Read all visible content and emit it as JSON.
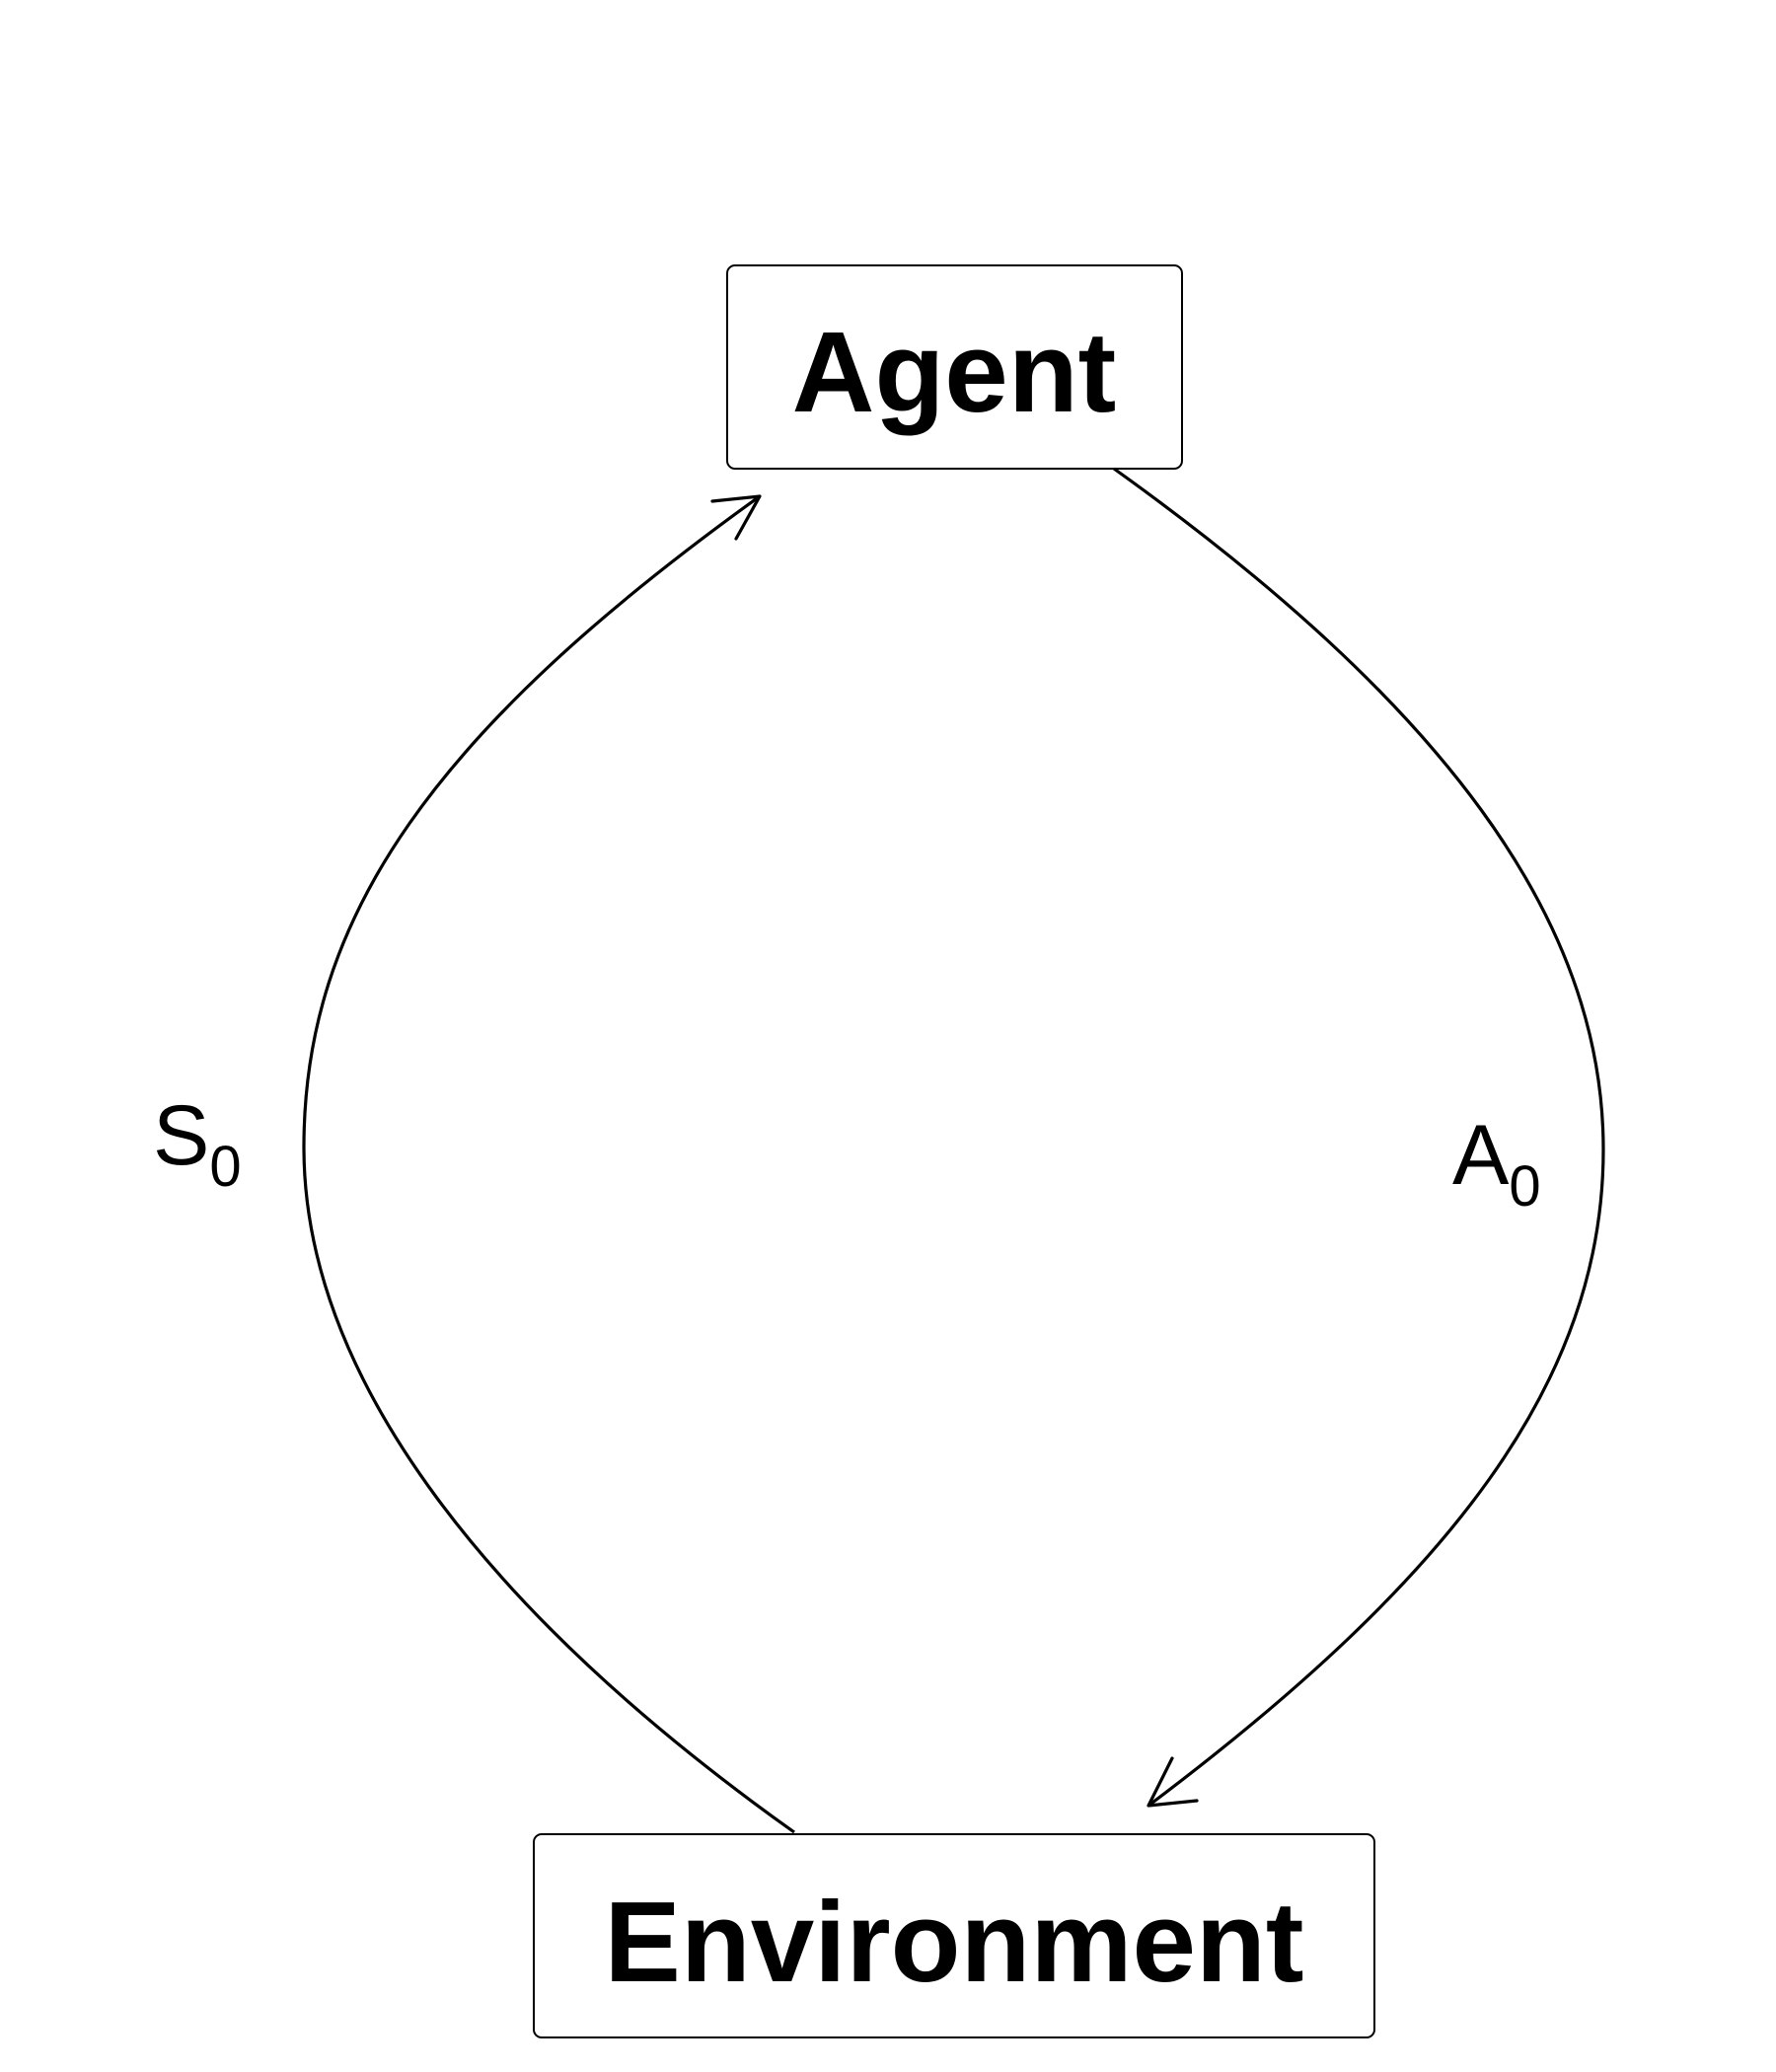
{
  "nodes": {
    "agent": {
      "label": "Agent"
    },
    "environment": {
      "label": "Environment"
    }
  },
  "edges": {
    "state": {
      "symbol": "S",
      "subscript": "0",
      "from": "Environment",
      "to": "Agent"
    },
    "action": {
      "symbol": "A",
      "subscript": "0",
      "from": "Agent",
      "to": "Environment"
    }
  },
  "colors": {
    "stroke": "#000000",
    "background": "#ffffff"
  }
}
